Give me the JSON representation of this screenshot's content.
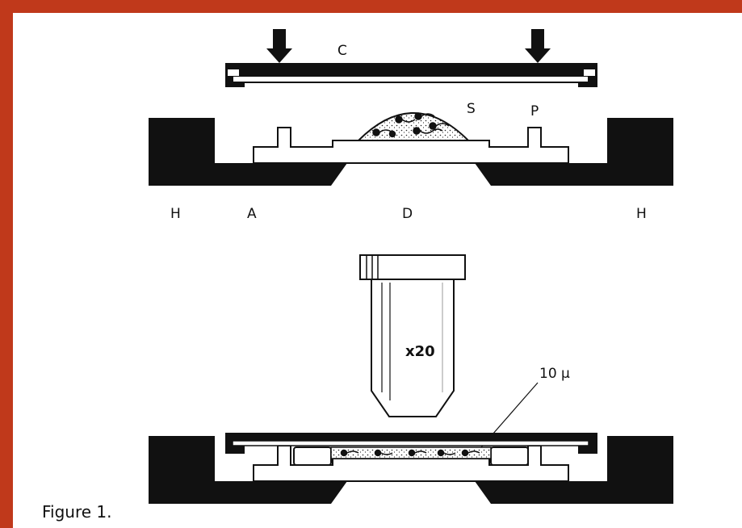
{
  "labels": {
    "cover": "C",
    "sample": "S",
    "post": "P",
    "holder_left": "H",
    "holder_right": "H",
    "ring": "A",
    "dish": "D",
    "magnification": "x20",
    "thickness": "10 µ"
  },
  "caption": "Figure 1.",
  "colors": {
    "frame": "#c0391b",
    "ink": "#111111",
    "paper": "#ffffff"
  }
}
